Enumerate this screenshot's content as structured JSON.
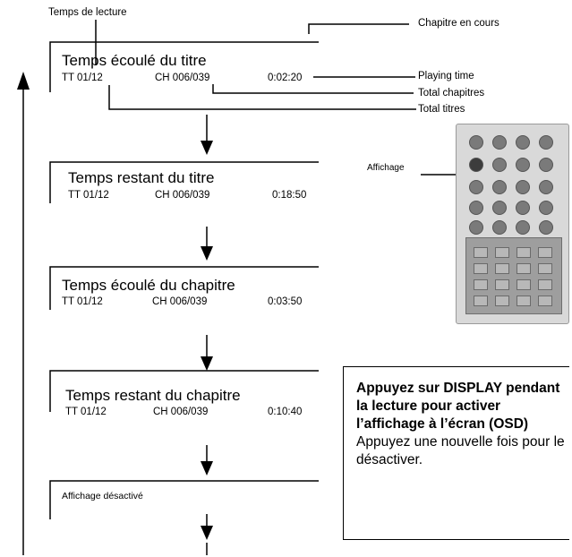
{
  "labels": {
    "temps_de_lecture": "Temps de lecture",
    "chapitre_en_cours": "Chapitre en cours",
    "playing_time": "Playing time",
    "total_chapitres": "Total chapitres",
    "total_titres": "Total titres",
    "affichage": "Affichage"
  },
  "panels": [
    {
      "title": "Temps écoulé du titre",
      "tt": "TT 01/12",
      "ch": "CH 006/039",
      "time": "0:02:20"
    },
    {
      "title": "Temps restant du titre",
      "tt": "TT 01/12",
      "ch": "CH 006/039",
      "time": "0:18:50"
    },
    {
      "title": "Temps écoulé du chapitre",
      "tt": "TT 01/12",
      "ch": "CH 006/039",
      "time": "0:03:50"
    },
    {
      "title": "Temps restant du chapitre",
      "tt": "TT 01/12",
      "ch": "CH 006/039",
      "time": "0:10:40"
    },
    {
      "title": "Affichage désactivé"
    }
  ],
  "note": {
    "bold": "Appuyez sur DISPLAY pendant la lecture pour activer l’affichage à l’écran (OSD)",
    "normal": "Appuyez une nouvelle fois pour le désactiver."
  }
}
